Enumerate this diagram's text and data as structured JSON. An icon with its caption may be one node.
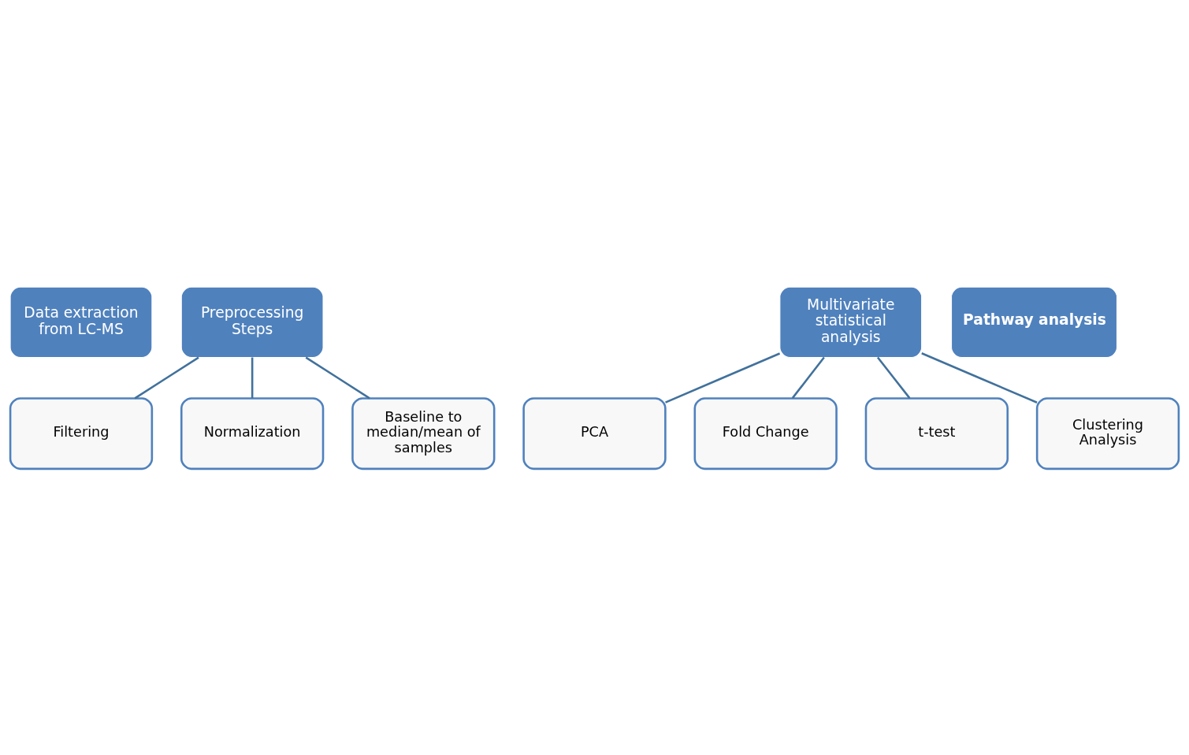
{
  "diagram": {
    "nodes": [
      {
        "text": [
          "Data extraction from LC-MS"
        ]
      },
      {
        "text": [
          "Preprocessing Steps"
        ]
      },
      {
        "text": [
          "Multivariate statistical analysis"
        ]
      },
      {
        "text": [
          "Pathway analysis"
        ]
      },
      {
        "text": [
          "Filtering"
        ]
      },
      {
        "text": [
          "Normalization"
        ]
      },
      {
        "text": [
          "Baseline to median/mean of samples"
        ]
      },
      {
        "text": [
          "PCA"
        ]
      },
      {
        "text": [
          "Fold Change"
        ]
      },
      {
        "text": [
          "t-test"
        ]
      },
      {
        "text": [
          "Clustering Analysis"
        ]
      }
    ],
    "edges": [
      {
        "from": 1,
        "to": 4,
        "arrow": "none"
      },
      {
        "from": 1,
        "to": 5,
        "arrow": "none"
      },
      {
        "from": 1,
        "to": 6,
        "arrow": "none"
      },
      {
        "from": 2,
        "to": 7,
        "arrow": "none"
      },
      {
        "from": 2,
        "to": 8,
        "arrow": "none"
      },
      {
        "from": 2,
        "to": 9,
        "arrow": "none"
      },
      {
        "from": 2,
        "to": 10,
        "arrow": "none"
      }
    ]
  }
}
